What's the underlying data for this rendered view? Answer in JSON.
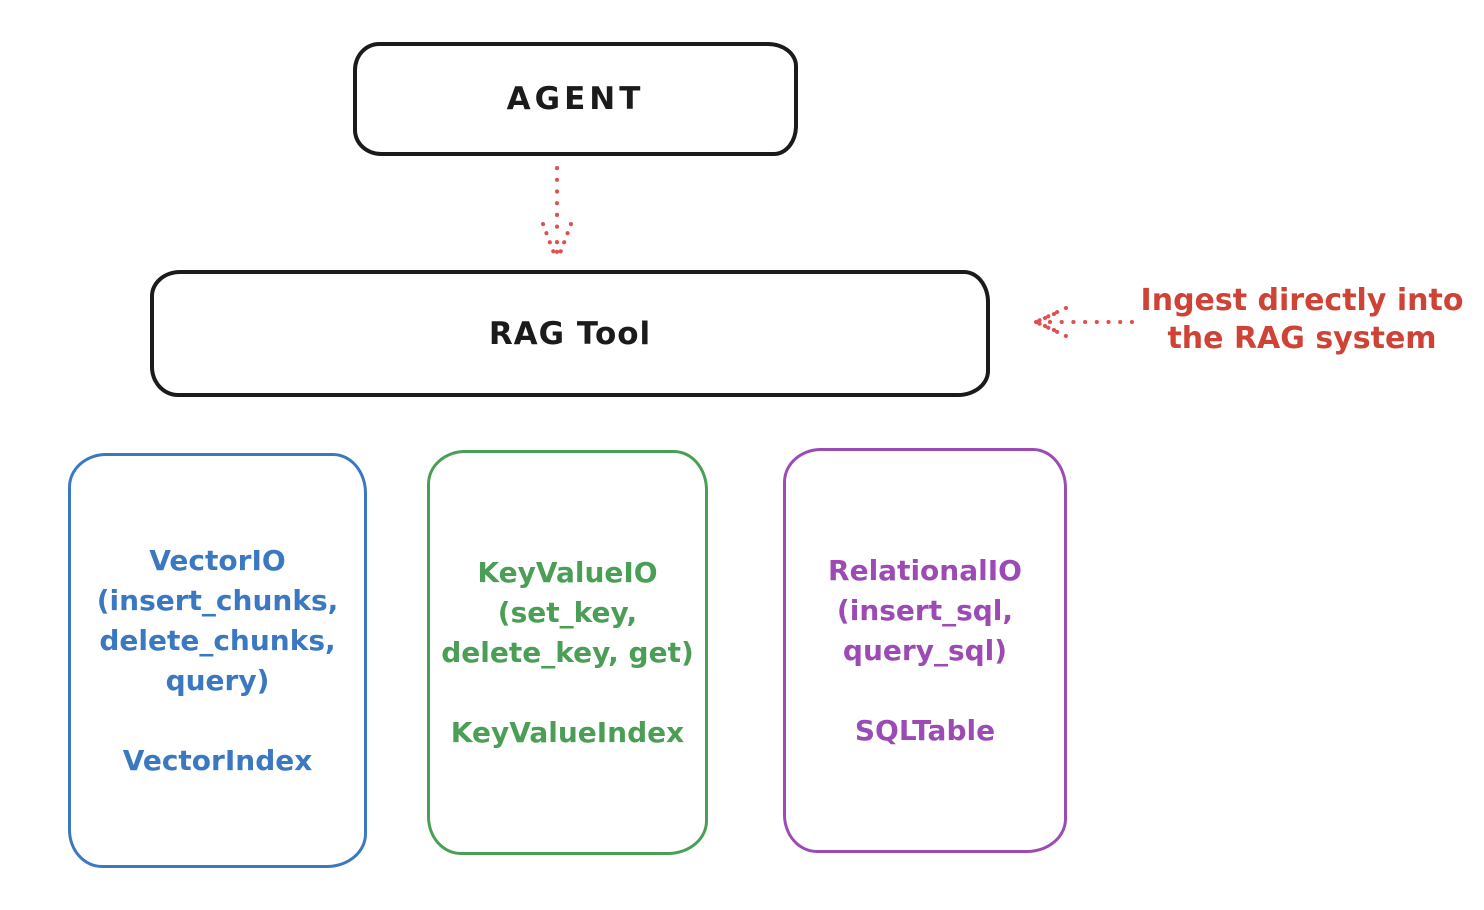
{
  "agent_box": {
    "label": "AGENT",
    "stroke_color": "#1b1b1b"
  },
  "rag_tool_box": {
    "label": "RAG Tool",
    "stroke_color": "#1b1b1b"
  },
  "ingest_annotation": {
    "text": "Ingest directly into\nthe RAG system",
    "color": "#ce4335"
  },
  "arrows": {
    "agent_to_rag": {
      "style": "dotted",
      "direction": "down",
      "color": "#e15050"
    },
    "annotation_to_rag": {
      "style": "dotted",
      "direction": "left",
      "color": "#e15050"
    }
  },
  "storage_nodes": [
    {
      "id": "vector-io",
      "body": "VectorIO\n(insert_chunks,\ndelete_chunks,\nquery)",
      "footer": "VectorIndex",
      "color": "#3b78c2"
    },
    {
      "id": "keyvalue-io",
      "body": "KeyValueIO\n(set_key,\ndelete_key, get)",
      "footer": "KeyValueIndex",
      "color": "#4a9e55"
    },
    {
      "id": "relational-io",
      "body": "RelationalIO\n(insert_sql,\nquery_sql)",
      "footer": "SQLTable",
      "color": "#9c4bb5"
    }
  ]
}
